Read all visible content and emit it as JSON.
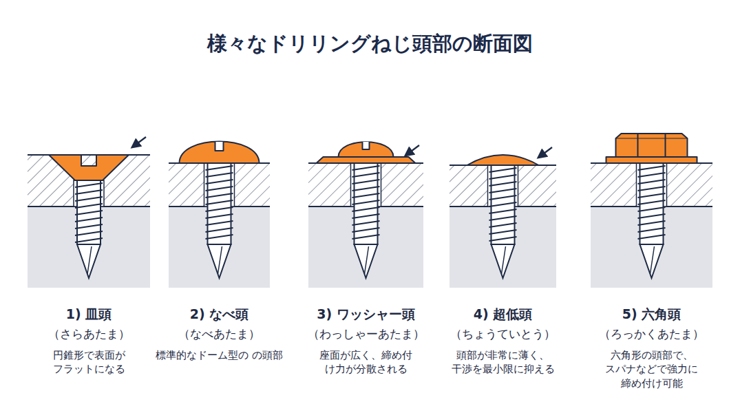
{
  "diagram": {
    "title": "様々なドリリングねじ頭部の断面図",
    "labels": [
      "1) 皿頭",
      "（さらあたま）",
      "円錐形で表面が フラットになる",
      "2) なべ頭",
      "（なべあたま）",
      "標準的なドーム型の の頭部",
      "3) ワッシャー頭",
      "（わっしゃーあたま）",
      "座面が広く、締め付 け力が分散される",
      "4) 超低頭",
      "（ちょうていとう）",
      "頭部が非常に薄く、 干渉を最小限に抑える",
      "5) 六角頭",
      "（ろっかくあたま）",
      "六角形の頭部で、 スパナなどで強力に 締め付け可能"
    ]
  }
}
